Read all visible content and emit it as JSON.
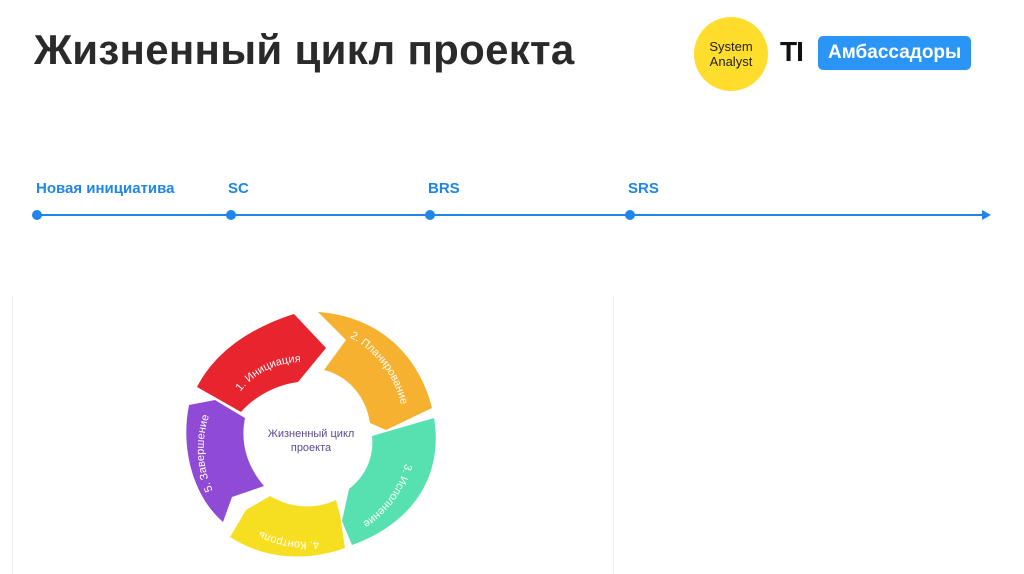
{
  "slide": {
    "title": "Жизненный цикл проекта"
  },
  "logo": {
    "circle_line1": "System",
    "circle_line2": "Analyst",
    "t_mark": "TI",
    "badge": "Амбассадоры"
  },
  "timeline": {
    "color": "#1f86e8",
    "points": [
      {
        "label": "Новая инициатива"
      },
      {
        "label": "SC"
      },
      {
        "label": "BRS"
      },
      {
        "label": "SRS"
      }
    ]
  },
  "cycle": {
    "center_line1": "Жизненный цикл",
    "center_line2": "проекта",
    "segments": [
      {
        "label": "1. Инициация",
        "color": "#e8242f"
      },
      {
        "label": "2. Планирование",
        "color": "#f6b130"
      },
      {
        "label": "3. Исполнение",
        "color": "#57e0b0"
      },
      {
        "label": "4. Контроль",
        "color": "#f5df20"
      },
      {
        "label": "5. Завершение",
        "color": "#8f4bd6"
      }
    ]
  }
}
